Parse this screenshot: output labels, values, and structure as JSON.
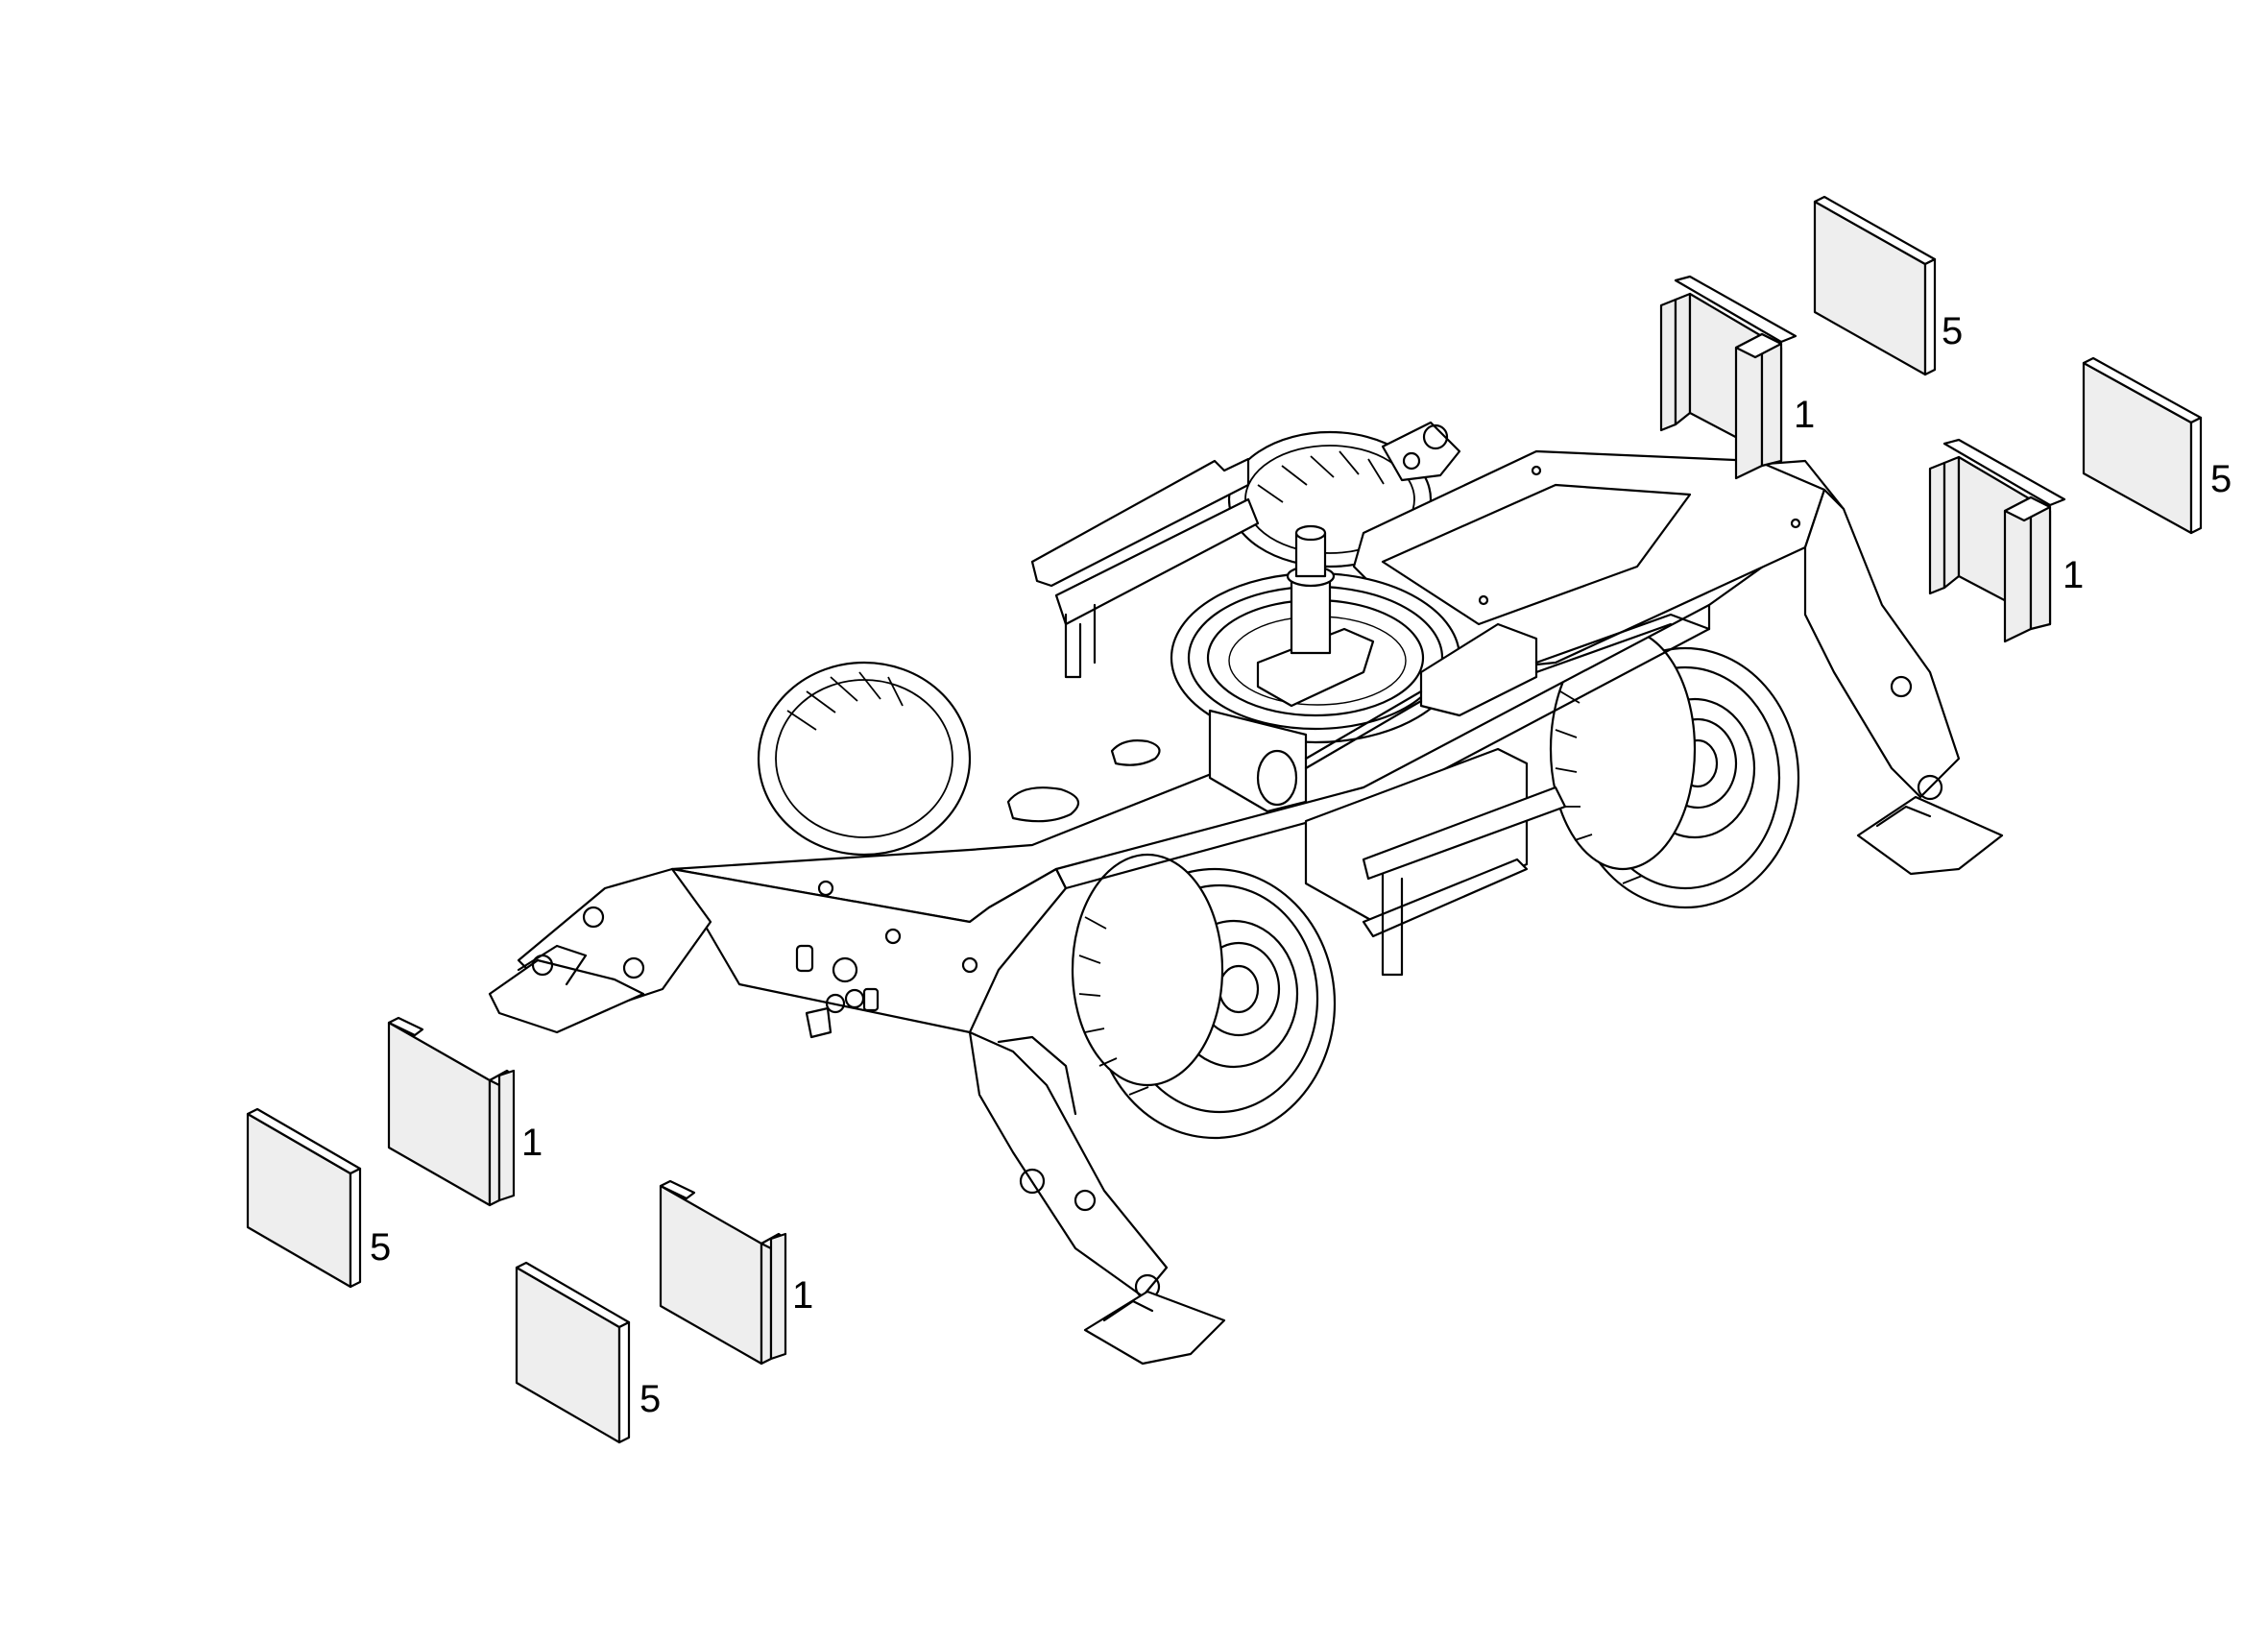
{
  "callouts": {
    "bracket_top_right_a": "1",
    "bracket_top_right_b": "1",
    "plate_top_right_a": "5",
    "plate_top_right_b": "5",
    "bracket_bottom_left_a": "1",
    "bracket_bottom_left_b": "1",
    "plate_bottom_left_a": "5",
    "plate_bottom_left_b": "5"
  }
}
